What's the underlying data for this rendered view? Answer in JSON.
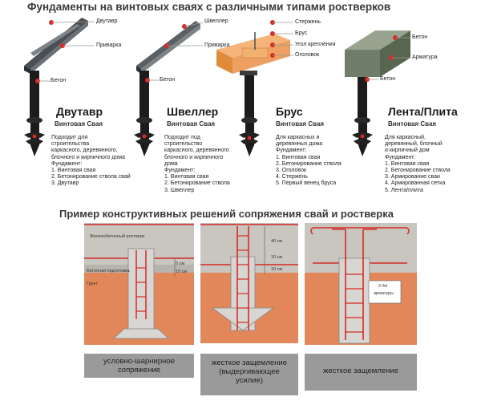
{
  "title_top": "Фундаменты на винтовых сваях с различными типами ростверков",
  "title_mid": "Пример конструктивных решений сопряжения свай и ростверка",
  "colors": {
    "pile": "#1c1c1c",
    "red": "#d62a25",
    "brick": "#f09a55",
    "wood": "#e7943f",
    "ground": "#e2875a",
    "concrete_slab": "#c9c6c0",
    "caption_bg": "#9a9a9a",
    "steel": "#555a5e",
    "green_concrete": "#6f7d6a"
  },
  "types": [
    {
      "name": "Двутавр",
      "sub": "Винтовая Свая",
      "labels": [
        "Двутавр",
        "Приварка",
        "Бетон"
      ],
      "note": [
        "Подходит для",
        "строительства",
        "каркасного, деревянного,",
        "блочного и кирпичного дома",
        "Фундамент:",
        "1. Винтовая свая",
        "2. Бетонирование ствола свай",
        "3. Двутавр"
      ]
    },
    {
      "name": "Швеллер",
      "sub": "Винтовая Свая",
      "labels": [
        "Швеллер",
        "Приварка",
        "Бетон"
      ],
      "note": [
        "Подходит под",
        "строительство",
        "каркасного, деревянного",
        "блочного и кирпичного",
        "дома",
        "Фундамент:",
        "1. Винтовая свая",
        "2. Бетонирование ствола",
        "3. Швеллер"
      ]
    },
    {
      "name": "Брус",
      "sub": "Винтовая Свая",
      "labels": [
        "Стержень",
        "Брус",
        "Угол крепления",
        "Оголовок"
      ],
      "note": [
        "Для каркасных и",
        "деревянных дома",
        "Фундамент:",
        "1. Винтовая свая",
        "2. Бетонирование ствола",
        "3. Оголовок",
        "4. Стержень",
        "5. Первый венец бруса"
      ]
    },
    {
      "name": "Лента/Плита",
      "sub": "Винтовая Свая",
      "labels": [
        "Бетон",
        "Арматура",
        "Бетон"
      ],
      "note": [
        "Для каркасный,",
        "деревянный, блочный",
        "и кирпичный дом",
        "Фундамент:",
        "1. Винтовая свая",
        "2. Бетонирование ствола",
        "3. Армирование сваи",
        "4. Армированная сетка",
        "5. Лента/плита"
      ]
    }
  ],
  "section": {
    "panel1": {
      "labels": [
        "Железобетонный ростверк",
        "Бетонная подготовка",
        "Грунт"
      ],
      "dims": [
        "5 см",
        "10 см"
      ]
    },
    "panel2": {
      "dims": [
        "40 см",
        "10 см",
        "10 см"
      ]
    },
    "panel3": {
      "annotation_lines": [
        "2-4d",
        "арматуры"
      ]
    }
  },
  "captions": [
    {
      "lines": [
        "условно-шарнирное",
        "сопряжение"
      ]
    },
    {
      "lines": [
        "жесткое защемление",
        "(выдергивающее",
        "усилие)"
      ]
    },
    {
      "lines": [
        "жесткое защемление"
      ]
    }
  ]
}
